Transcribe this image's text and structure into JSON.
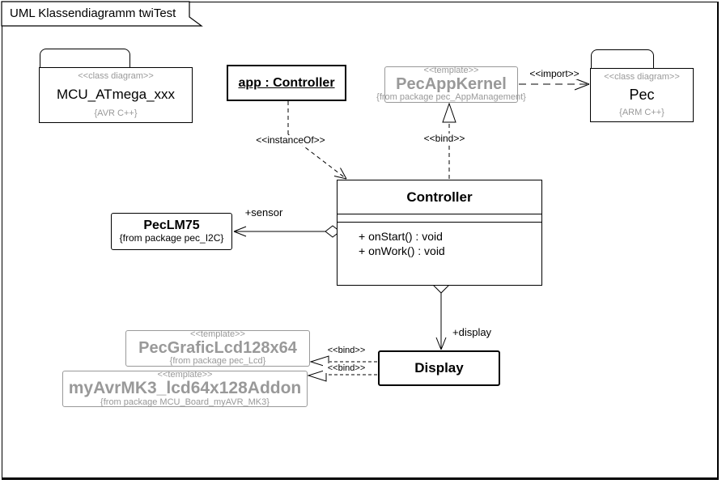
{
  "frame": {
    "title": "UML Klassendiagramm twiTest"
  },
  "packages": {
    "mcu": {
      "stereotype": "<<class diagram>>",
      "name": "MCU_ATmega_xxx",
      "tag": "{AVR C++}"
    },
    "pec": {
      "stereotype": "<<class diagram>>",
      "name": "Pec",
      "tag": "{ARM C++}"
    }
  },
  "nodes": {
    "app_instance": {
      "name": "app : Controller"
    },
    "pec_app_kernel": {
      "stereotype": "<<template>>",
      "name": "PecAppKernel",
      "from": "{from package pec_AppManagement}"
    },
    "controller": {
      "name": "Controller",
      "operations": [
        "+ onStart() : void",
        "+ onWork() : void"
      ]
    },
    "pec_lm75": {
      "name": "PecLM75",
      "from": "{from package pec_I2C}"
    },
    "pec_grafic_lcd": {
      "stereotype": "<<template>>",
      "name": "PecGraficLcd128x64",
      "from": "{from package pec_Lcd}"
    },
    "my_avr_mk3": {
      "stereotype": "<<template>>",
      "name": "myAvrMK3_lcd64x128Addon",
      "from": "{from package MCU_Board_myAVR_MK3}"
    },
    "display": {
      "name": "Display"
    }
  },
  "edges": {
    "instance_of": "<<instanceOf>>",
    "bind_kernel": "<<bind>>",
    "import_pec": "<<import>>",
    "sensor_role": "+sensor",
    "display_role": "+display",
    "bind_lcd": "<<bind>>",
    "bind_addon": "<<bind>>"
  },
  "colors": {
    "template_gray": "#999999",
    "line_black": "#000000",
    "background": "#ffffff"
  }
}
